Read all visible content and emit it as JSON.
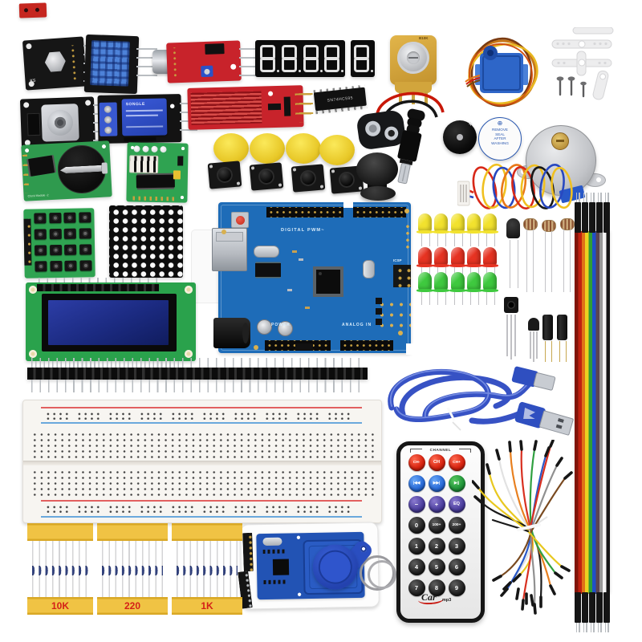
{
  "scene": {
    "description": "Arduino UNO starter kit — electronics components laid out on a white background",
    "background": "#ffffff"
  },
  "colors": {
    "arduino_blue": "#1e6cb8",
    "pcb_red": "#c8232b",
    "pcb_green": "#2aa24c",
    "relay_blue": "#2848c8",
    "servo_blue": "#2e66c8",
    "usb_cable_blue": "#3752c4",
    "cap_yellow": "#f2d83a",
    "resistor_tape_yellow": "#f0c344",
    "resistor_label_red": "#d42018",
    "remote_red": "#d82410",
    "remote_blue": "#2a6cd8",
    "remote_green": "#22963a",
    "remote_purple": "#4c3f9e",
    "rfid_blue": "#2a4ec0",
    "stepper_silver": "#c2c4c8"
  },
  "labels": {
    "vibration_sensor": "KS",
    "shift_register_ic": "SN74HC595",
    "potentiometer": "B10K",
    "relay_brand": "SONGLE",
    "rtc_module": "Clock Module -2",
    "buzzer_plus": "+",
    "sticker_symbol": "⊕",
    "sticker_lines": [
      "REMOVE",
      "SEAL",
      "AFTER",
      "WASHING"
    ],
    "arduino": {
      "digital": "DIGITAL PWM~",
      "power": "POWER",
      "analog": "ANALOG IN",
      "icsp": "ICSP"
    },
    "seven_segment_value": "8.8.8.8.",
    "seven_segment_single": "8."
  },
  "resistor_packs": [
    {
      "label": "10K"
    },
    {
      "label": "220"
    },
    {
      "label": "1K"
    }
  ],
  "leds": {
    "row_colors": [
      "#f2e22e",
      "#e63322",
      "#3fc93f"
    ],
    "columns": 5
  },
  "keypad": {
    "rows": 4,
    "cols": 4
  },
  "matrix": {
    "rows": 8,
    "cols": 8
  },
  "ribbon": {
    "stripe_colors": [
      "#801408",
      "#c02010",
      "#e07018",
      "#ecd020",
      "#2f9e34",
      "#2050c8",
      "#5c4450",
      "#989898",
      "#f4f4f4",
      "#141414"
    ],
    "connectors_per_end": 5
  },
  "jumper_colors": [
    "#e8c820",
    "#1a1a1a",
    "#e8e8e8",
    "#e88020",
    "#d83020",
    "#30a040",
    "#2858c8",
    "#909090",
    "#7a4a20"
  ],
  "remote": {
    "channel_label": "CHANNEL",
    "brand": "Car",
    "brand_sub": "mp3",
    "rows": [
      {
        "buttons": [
          {
            "label": "CH-",
            "color": "red"
          },
          {
            "label": "CH",
            "color": "red"
          },
          {
            "label": "CH+",
            "color": "red"
          }
        ]
      },
      {
        "buttons": [
          {
            "label": "|◀◀",
            "color": "blue"
          },
          {
            "label": "▶▶|",
            "color": "blue"
          },
          {
            "label": "▶||",
            "color": "green"
          }
        ]
      },
      {
        "buttons": [
          {
            "label": "−",
            "color": "purple"
          },
          {
            "label": "+",
            "color": "purple"
          },
          {
            "label": "EQ",
            "color": "purple"
          }
        ]
      },
      {
        "buttons": [
          {
            "label": "0",
            "color": "black"
          },
          {
            "label": "100+",
            "color": "black"
          },
          {
            "label": "200+",
            "color": "black"
          }
        ]
      },
      {
        "buttons": [
          {
            "label": "1",
            "color": "black"
          },
          {
            "label": "2",
            "color": "black"
          },
          {
            "label": "3",
            "color": "black"
          }
        ]
      },
      {
        "buttons": [
          {
            "label": "4",
            "color": "black"
          },
          {
            "label": "5",
            "color": "black"
          },
          {
            "label": "6",
            "color": "black"
          }
        ]
      },
      {
        "buttons": [
          {
            "label": "7",
            "color": "black"
          },
          {
            "label": "8",
            "color": "black"
          },
          {
            "label": "9",
            "color": "black"
          }
        ]
      }
    ]
  },
  "items": [
    "vibration sensor",
    "DHT11 humidity sensor",
    "sound sensor",
    "4-digit 7-segment display",
    "1-digit 7-segment display",
    "potentiometer",
    "SG90 servo",
    "servo horns and screws",
    "joystick module",
    "relay module",
    "water level sensor",
    "74HC595 IC",
    "9V battery clip",
    "DC plug",
    "buzzer",
    "passive buzzer with sticker",
    "28BYJ-48 stepper motor",
    "stepper cable",
    "DS1302 RTC module",
    "ULN2003 driver board",
    "yellow button caps",
    "tactile push buttons",
    "joystick cap",
    "4x4 keypad",
    "8x8 LED matrix",
    "Arduino UNO board",
    "LEDs",
    "IR LED",
    "photoresistors",
    "IR receiver",
    "transistor",
    "capacitors",
    "LCD1602 display",
    "40-pin header strip",
    "USB cable",
    "breadboard 830",
    "IR remote control",
    "RFID RC522 module with card and fob",
    "jumper wires",
    "rainbow ribbon cable",
    "resistors 10K 220 1K"
  ]
}
